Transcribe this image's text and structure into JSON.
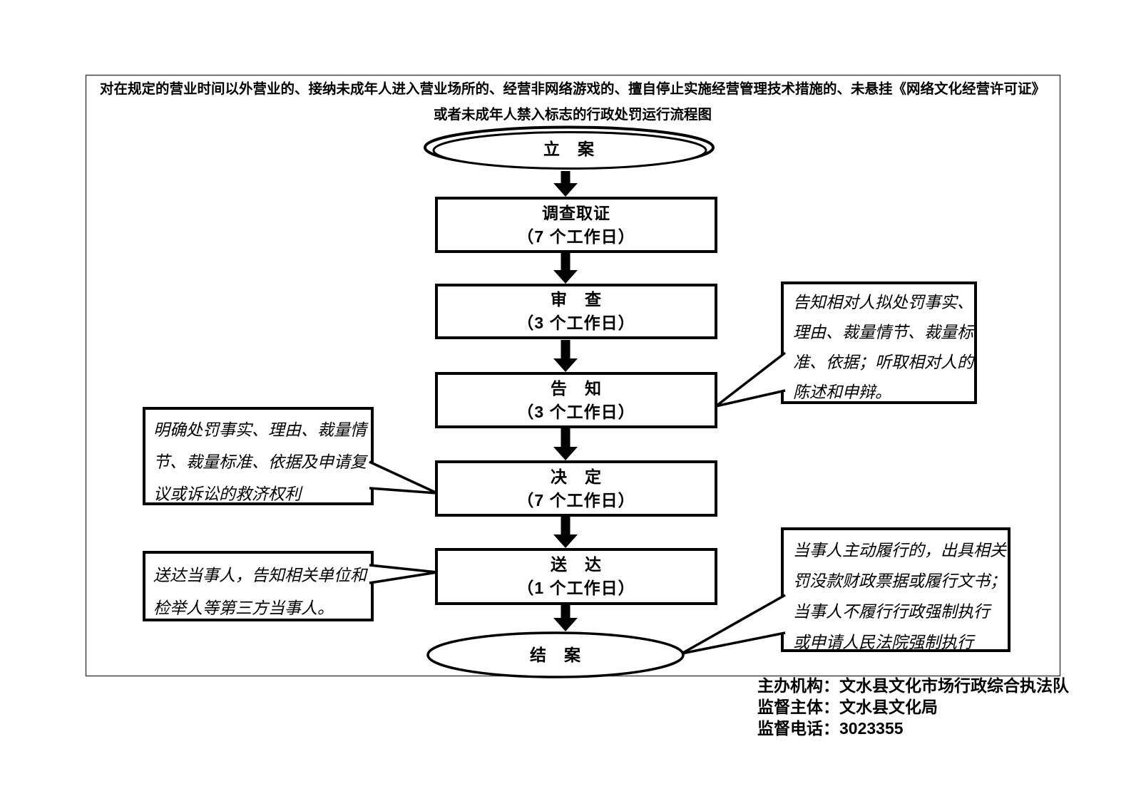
{
  "title": {
    "line1": "对在规定的营业时间以外营业的、接纳未成年人进入营业场所的、经营非网络游戏的、擅自停止实施经营管理技术措施的、未悬挂《网络文化经营许可证》",
    "line2": "或者未成年人禁入标志的行政处罚运行流程图"
  },
  "flow": {
    "start": {
      "label": "立　案"
    },
    "steps": [
      {
        "label": "调查取证",
        "duration": "（7 个工作日）"
      },
      {
        "label": "审　查",
        "duration": "（3 个工作日）"
      },
      {
        "label": "告　知",
        "duration": "（3 个工作日）"
      },
      {
        "label": "决　定",
        "duration": "（7 个工作日）"
      },
      {
        "label": "送　达",
        "duration": "（1 个工作日）"
      }
    ],
    "end": {
      "label": "结　案"
    }
  },
  "callouts": {
    "notice": {
      "lines": [
        "告知相对人拟处罚事实、",
        "理由、裁量情节、裁量标",
        "准、依据；听取相对人的",
        "陈述和申辩。"
      ]
    },
    "decision": {
      "lines": [
        "明确处罚事实、理由、裁量情",
        "节、裁量标准、依据及申请复",
        "议或诉讼的救济权利"
      ]
    },
    "delivery": {
      "lines": [
        "送达当事人，告知相关单位和",
        "检举人等第三方当事人。"
      ]
    },
    "closing": {
      "lines": [
        "当事人主动履行的，出具相关",
        "罚没款财政票据或履行文书；",
        "当事人不履行行政强制执行",
        "或申请人民法院强制执行"
      ]
    }
  },
  "footer": {
    "organizer": "主办机构：文水县文化市场行政综合执法队",
    "supervisor": "监督主体：文水县文化局",
    "phone": "监督电话：3023355"
  },
  "colors": {
    "ink": "#000000",
    "thin_border": "#444444",
    "background": "#ffffff"
  }
}
